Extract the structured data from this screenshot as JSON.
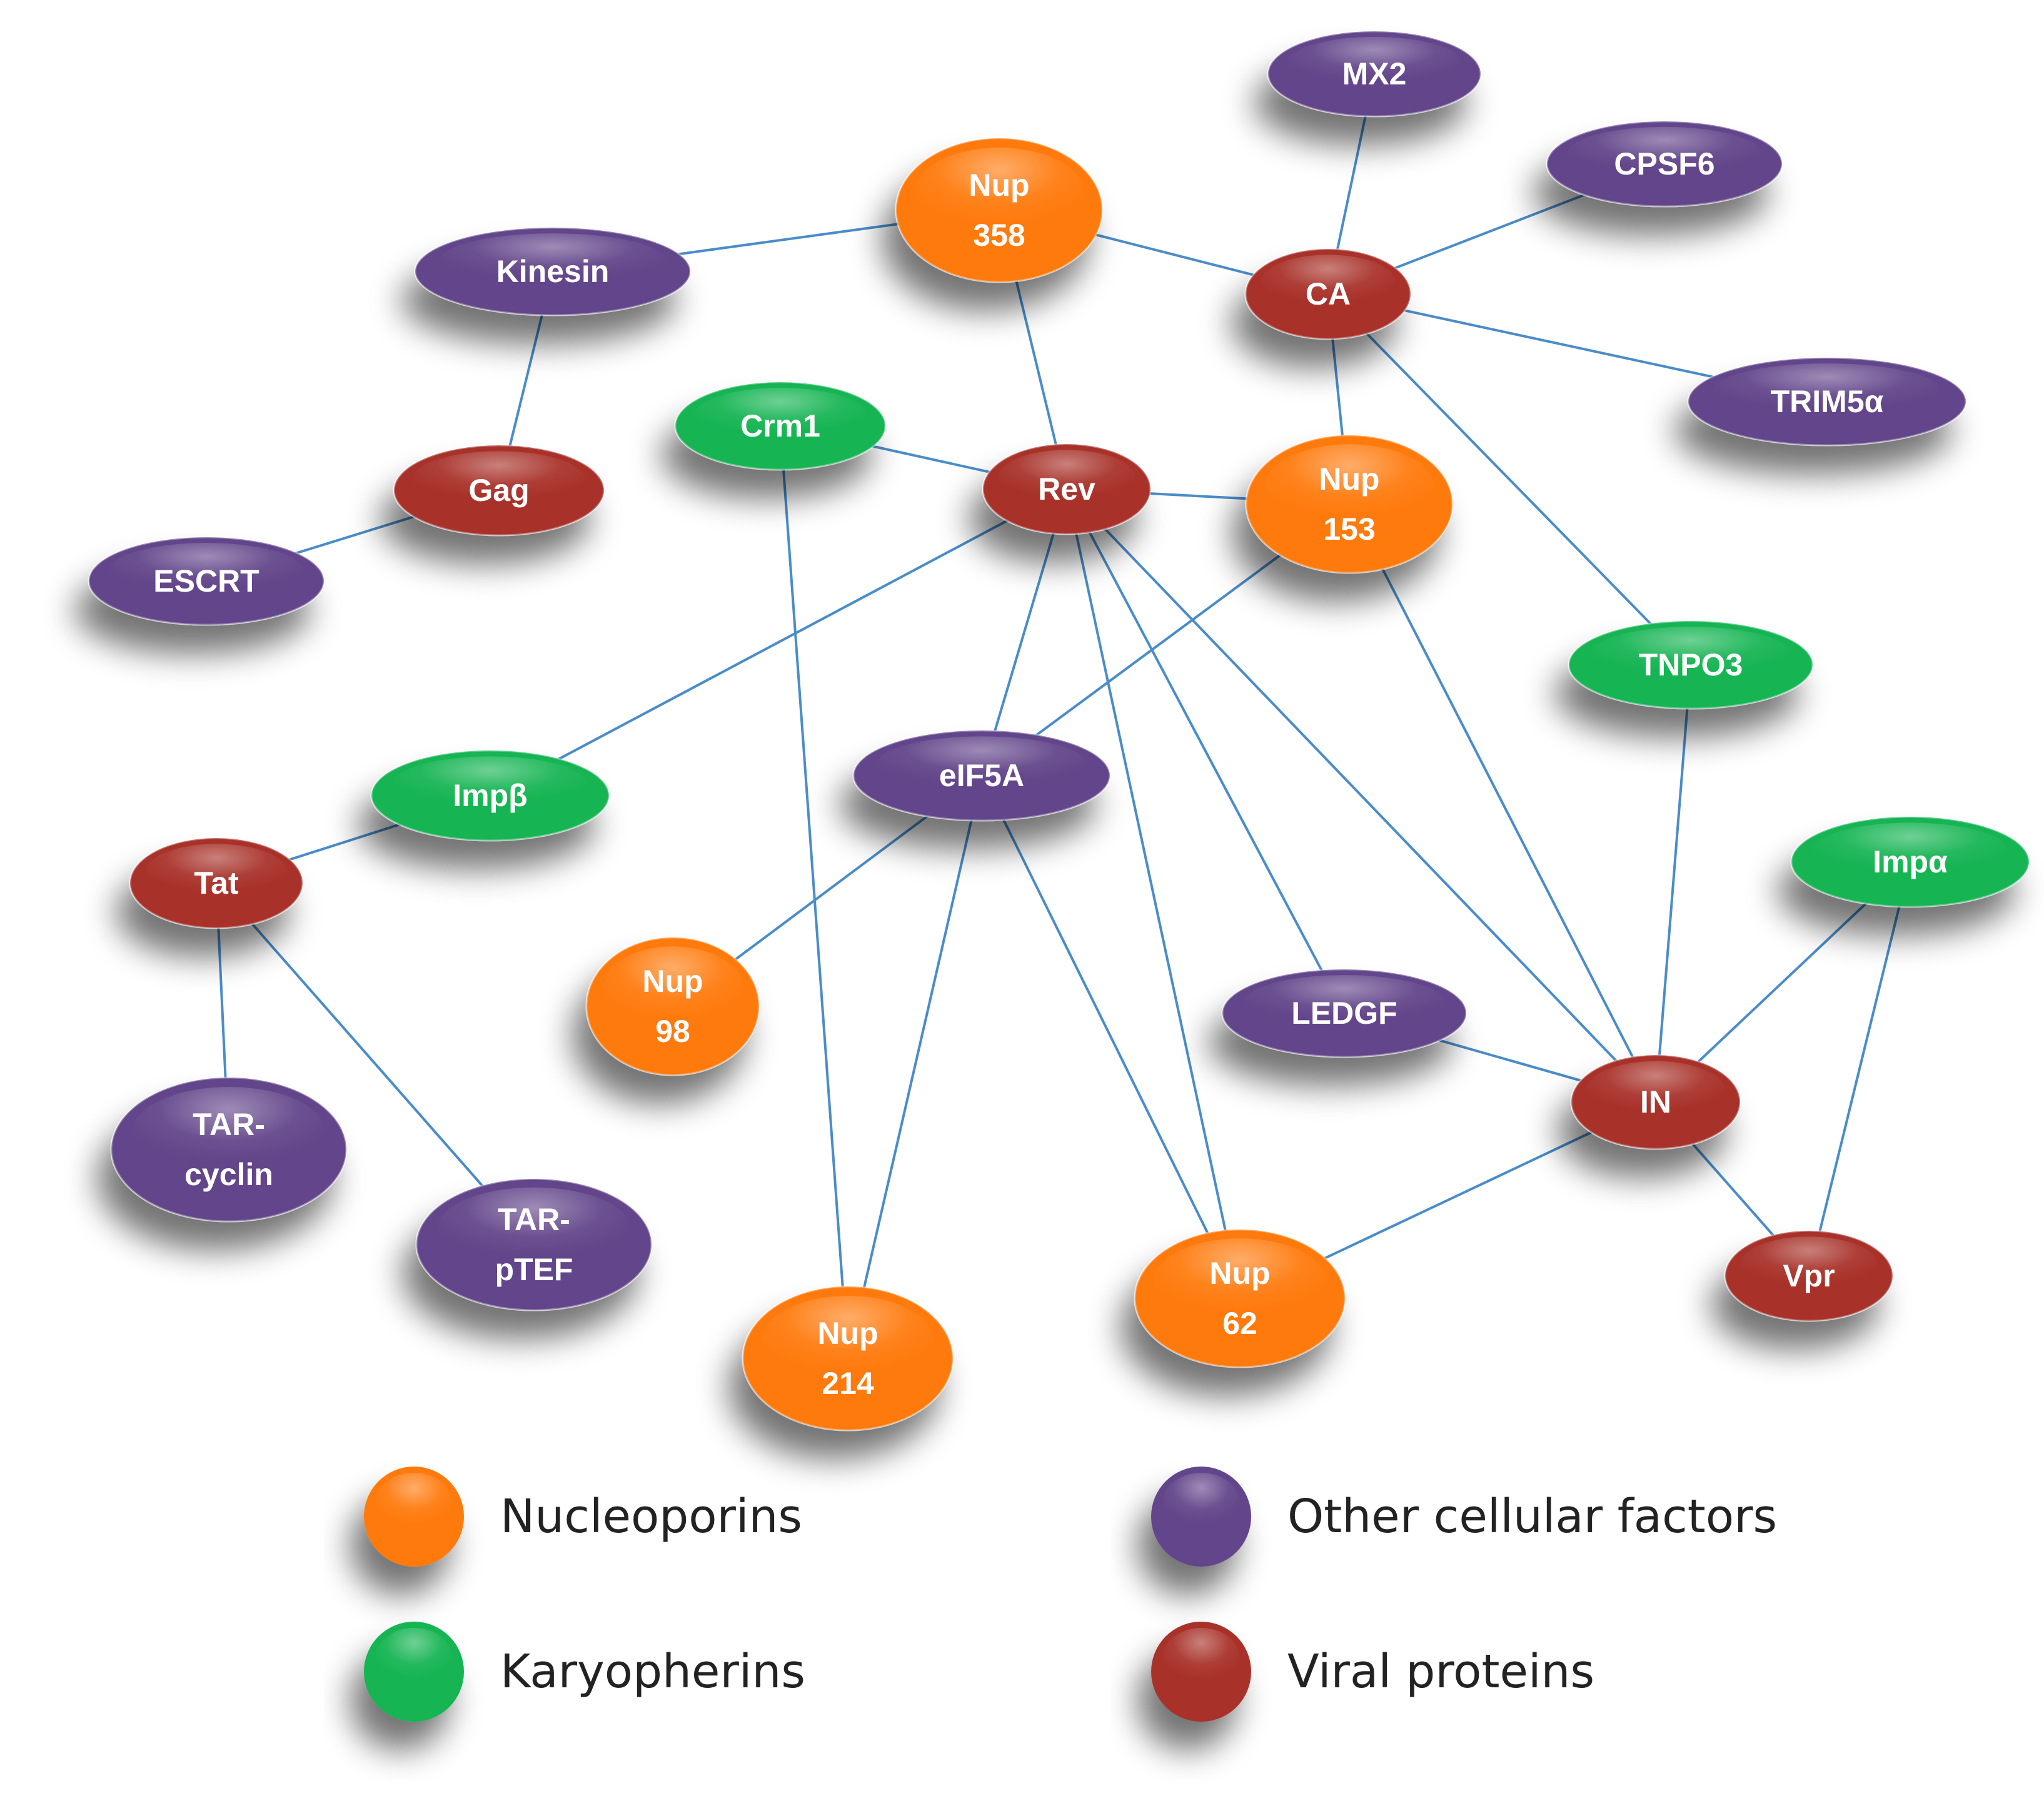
{
  "colors": {
    "nucleoporin": "#ff7a0a",
    "karyopherin": "#12b453",
    "cellular": "#62458a",
    "viral": "#a8302c",
    "edge": "#4a8cc9"
  },
  "nodes": [
    {
      "id": "mx2",
      "lines": [
        "MX2"
      ],
      "category": "cellular"
    },
    {
      "id": "cpsf6",
      "lines": [
        "CPSF6"
      ],
      "category": "cellular"
    },
    {
      "id": "nup358",
      "lines": [
        "Nup",
        "358"
      ],
      "category": "nucleoporin"
    },
    {
      "id": "kinesin",
      "lines": [
        "Kinesin"
      ],
      "category": "cellular"
    },
    {
      "id": "ca",
      "lines": [
        "CA"
      ],
      "category": "viral"
    },
    {
      "id": "trim5a",
      "lines": [
        "TRIM5α"
      ],
      "category": "cellular"
    },
    {
      "id": "crm1",
      "lines": [
        "Crm1"
      ],
      "category": "karyopherin"
    },
    {
      "id": "rev",
      "lines": [
        "Rev"
      ],
      "category": "viral"
    },
    {
      "id": "nup153",
      "lines": [
        "Nup",
        "153"
      ],
      "category": "nucleoporin"
    },
    {
      "id": "gag",
      "lines": [
        "Gag"
      ],
      "category": "viral"
    },
    {
      "id": "escrt",
      "lines": [
        "ESCRT"
      ],
      "category": "cellular"
    },
    {
      "id": "tnpo3",
      "lines": [
        "TNPO3"
      ],
      "category": "karyopherin"
    },
    {
      "id": "impb",
      "lines": [
        "Impβ"
      ],
      "category": "karyopherin"
    },
    {
      "id": "eif5a",
      "lines": [
        "eIF5A"
      ],
      "category": "cellular"
    },
    {
      "id": "impa",
      "lines": [
        "Impα"
      ],
      "category": "karyopherin"
    },
    {
      "id": "tat",
      "lines": [
        "Tat"
      ],
      "category": "viral"
    },
    {
      "id": "nup98",
      "lines": [
        "Nup",
        "98"
      ],
      "category": "nucleoporin"
    },
    {
      "id": "ledgf",
      "lines": [
        "LEDGF"
      ],
      "category": "cellular"
    },
    {
      "id": "in",
      "lines": [
        "IN"
      ],
      "category": "viral"
    },
    {
      "id": "tarcyclin",
      "lines": [
        "TAR-",
        "cyclin"
      ],
      "category": "cellular"
    },
    {
      "id": "tarptef",
      "lines": [
        "TAR-",
        "pTEF"
      ],
      "category": "cellular"
    },
    {
      "id": "nup62",
      "lines": [
        "Nup",
        "62"
      ],
      "category": "nucleoporin"
    },
    {
      "id": "vpr",
      "lines": [
        "Vpr"
      ],
      "category": "viral"
    },
    {
      "id": "nup214",
      "lines": [
        "Nup",
        "214"
      ],
      "category": "nucleoporin"
    }
  ],
  "edges": [
    [
      "mx2",
      "ca"
    ],
    [
      "cpsf6",
      "ca"
    ],
    [
      "nup358",
      "ca"
    ],
    [
      "nup358",
      "kinesin"
    ],
    [
      "nup358",
      "rev"
    ],
    [
      "kinesin",
      "gag"
    ],
    [
      "gag",
      "escrt"
    ],
    [
      "ca",
      "trim5a"
    ],
    [
      "ca",
      "nup153"
    ],
    [
      "ca",
      "tnpo3"
    ],
    [
      "crm1",
      "rev"
    ],
    [
      "crm1",
      "nup214"
    ],
    [
      "rev",
      "nup153"
    ],
    [
      "rev",
      "impb"
    ],
    [
      "rev",
      "eif5a"
    ],
    [
      "rev",
      "nup62"
    ],
    [
      "rev",
      "ledgf"
    ],
    [
      "rev",
      "in"
    ],
    [
      "nup153",
      "eif5a"
    ],
    [
      "nup153",
      "in"
    ],
    [
      "tnpo3",
      "in"
    ],
    [
      "impb",
      "tat"
    ],
    [
      "tat",
      "tarcyclin"
    ],
    [
      "tat",
      "tarptef"
    ],
    [
      "eif5a",
      "nup98"
    ],
    [
      "eif5a",
      "nup214"
    ],
    [
      "eif5a",
      "nup62"
    ],
    [
      "ledgf",
      "in"
    ],
    [
      "in",
      "nup62"
    ],
    [
      "in",
      "vpr"
    ],
    [
      "impa",
      "in"
    ],
    [
      "impa",
      "vpr"
    ]
  ],
  "legend": [
    {
      "category": "nucleoporin",
      "label": "Nucleoporins"
    },
    {
      "category": "cellular",
      "label": "Other cellular factors"
    },
    {
      "category": "karyopherin",
      "label": "Karyopherins"
    },
    {
      "category": "viral",
      "label": "Viral proteins"
    }
  ]
}
